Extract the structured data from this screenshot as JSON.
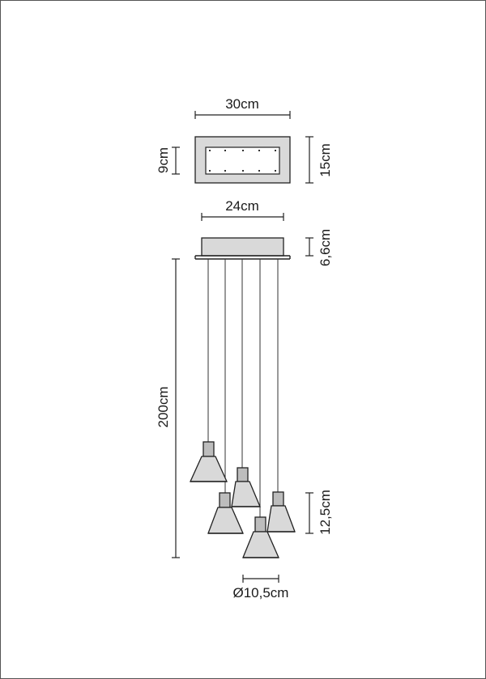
{
  "dimensions": {
    "canopy_top_width": "30cm",
    "canopy_top_depth": "15cm",
    "canopy_inner": "9cm",
    "canopy_side_width": "24cm",
    "canopy_height": "6,6cm",
    "cable_length": "200cm",
    "shade_height": "12,5cm",
    "shade_diameter": "Ø10,5cm"
  }
}
